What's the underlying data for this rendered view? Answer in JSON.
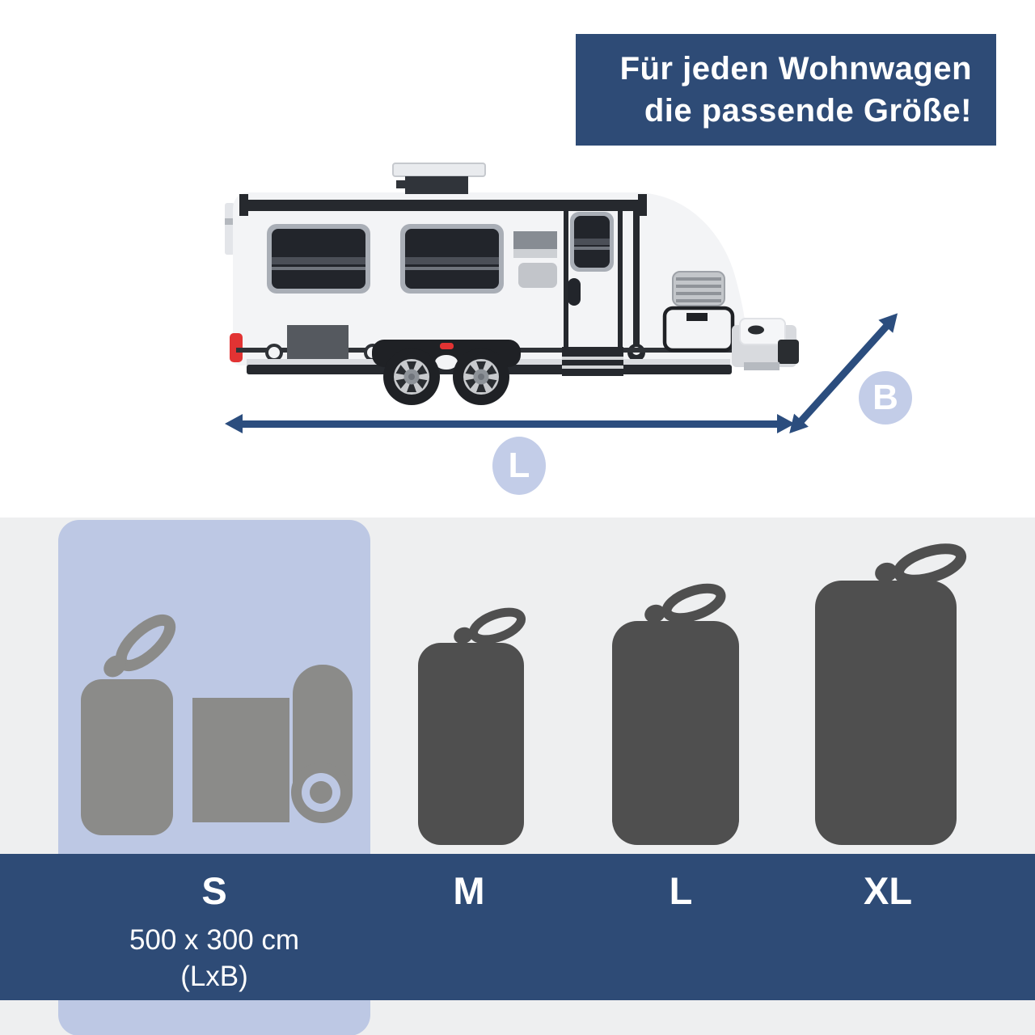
{
  "banner": {
    "line1": "Für jeden Wohnwagen",
    "line2": "die passende Größe!"
  },
  "diagram": {
    "length_label": "L",
    "width_label": "B",
    "illustration": "caravan-side-view"
  },
  "size_guide": {
    "sizes": [
      {
        "label": "S",
        "dimensions": "500 x 300 cm",
        "note": "(LxB)",
        "selected": true
      },
      {
        "label": "M",
        "selected": false
      },
      {
        "label": "L",
        "selected": false
      },
      {
        "label": "XL",
        "selected": false
      }
    ]
  },
  "icons": {
    "caravan": "caravan-illustration",
    "selected_size": [
      "storage-bag-icon-s",
      "cover-roll-icon"
    ],
    "other_sizes": [
      "storage-bag-icon-m",
      "storage-bag-icon-l",
      "storage-bag-icon-xl"
    ]
  },
  "colors": {
    "accent_blue": "#2e4b76",
    "arrow_blue": "#2b4d7e",
    "badge_periwinkle": "#c3cde8",
    "highlight_panel": "#bdc8e4",
    "section_background": "#eeeff0",
    "bag_dark_gray": "#4f4f4f",
    "bag_light_gray": "#8b8b89",
    "alert_red": "#e23333"
  }
}
